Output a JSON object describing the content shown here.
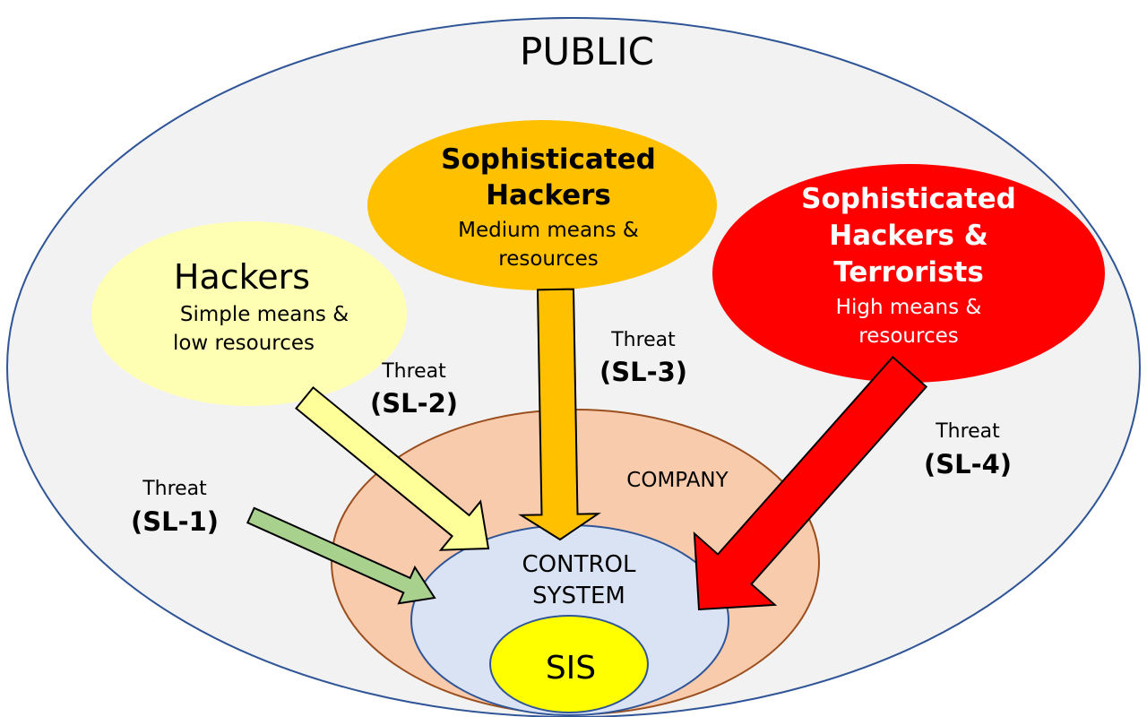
{
  "public": {
    "label": "PUBLIC"
  },
  "company": {
    "label": "COMPANY"
  },
  "control_system": {
    "line1": "CONTROL",
    "line2": "SYSTEM"
  },
  "sis": {
    "label": "SIS"
  },
  "actors": [
    {
      "title1": "Hackers",
      "desc1": "Simple means &",
      "desc2": "low resources",
      "color": "#ffffb3"
    },
    {
      "title1": "Sophisticated",
      "title2": "Hackers",
      "desc1": "Medium means &",
      "desc2": "resources",
      "color": "#ffc000"
    },
    {
      "title1": "Sophisticated",
      "title2": "Hackers &",
      "title3": "Terrorists",
      "desc1": "High means &",
      "desc2": "resources",
      "color": "#ff0000"
    }
  ],
  "threats": [
    {
      "word": "Threat",
      "level": "(SL-1)",
      "color": "#a9d18e"
    },
    {
      "word": "Threat",
      "level": "(SL-2)",
      "color": "#ffff99"
    },
    {
      "word": "Threat",
      "level": "(SL-3)",
      "color": "#ffc000"
    },
    {
      "word": "Threat",
      "level": "(SL-4)",
      "color": "#ff0000"
    }
  ]
}
